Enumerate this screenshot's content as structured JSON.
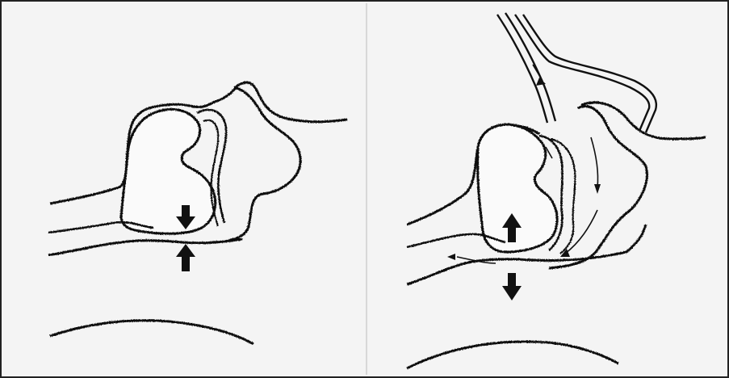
{
  "figure": {
    "colors": {
      "background": "#f4f4f4",
      "ink": "#111111",
      "border": "#222222",
      "divider": "#d8d8d8",
      "panel_paper": "#f3f3f3",
      "tissue_fill": "#fafafa"
    },
    "panels": [
      {
        "name": "left-panel",
        "arrows": [
          "arrow-down-icon",
          "arrow-up-icon"
        ],
        "airway_state": "closed"
      },
      {
        "name": "right-panel",
        "arrows": [
          "arrow-up-icon",
          "arrow-down-icon"
        ],
        "airway_state": "open",
        "device": "tube-icon",
        "flow_indicators": "small-arrow-icons"
      }
    ]
  }
}
